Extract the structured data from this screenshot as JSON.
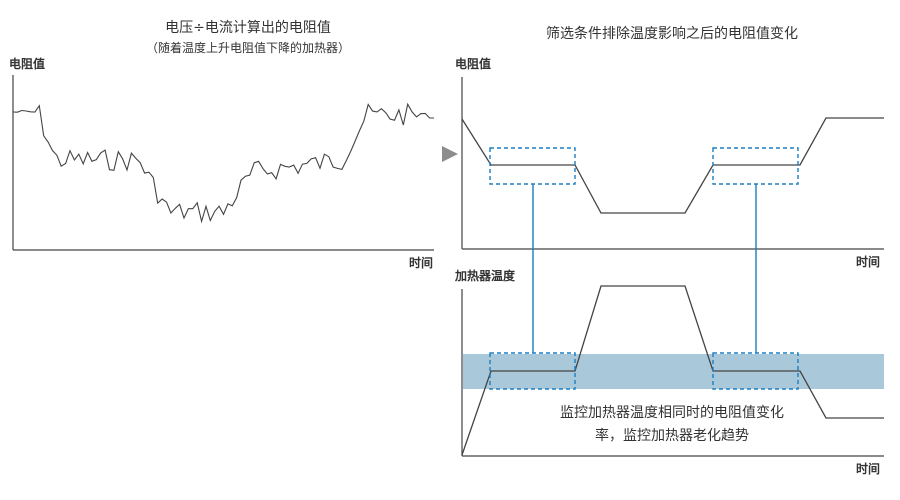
{
  "left_panel": {
    "title": "电压÷电流计算出的电阻值",
    "subtitle": "（随着温度上升电阻值下降的加热器）",
    "y_label": "电阻值",
    "x_label": "时间"
  },
  "right_panel": {
    "title": "筛选条件排除温度影响之后的电阻值变化",
    "top_chart": {
      "y_label": "电阻值",
      "x_label": "时间"
    },
    "bottom_chart": {
      "y_label": "加热器温度",
      "x_label": "时间"
    },
    "note_line1": "监控加热器温度相同时的电阻值变化",
    "note_line2": "率，监控加热器老化趋势"
  },
  "colors": {
    "line": "#444444",
    "highlight_band": "#a9c8d9",
    "dashed_box": "#1b7ec2",
    "connector": "#1b7ec2",
    "arrow": "#8c8c8c"
  },
  "icons": {
    "arrow": "right-triangle-arrow"
  }
}
